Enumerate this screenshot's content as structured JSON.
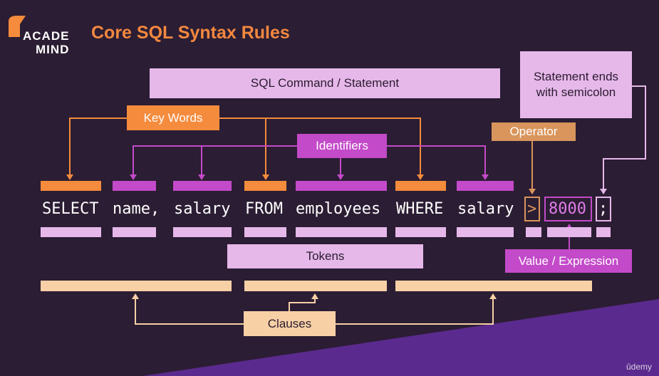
{
  "logo": {
    "line1": "ACADE",
    "line2": "MIND"
  },
  "title": "Core SQL Syntax Rules",
  "labels": {
    "statement": "SQL Command / Statement",
    "keywords": "Key Words",
    "identifiers": "Identifiers",
    "operator": "Operator",
    "semicolon_note": "Statement ends with semicolon",
    "tokens": "Tokens",
    "value_expression": "Value / Expression",
    "clauses": "Clauses"
  },
  "code_tokens": [
    "SELECT",
    "name,",
    "salary",
    "FROM",
    "employees",
    "WHERE",
    "salary",
    ">",
    "8000",
    ";"
  ],
  "watermark": "ûdemy",
  "colors": {
    "keyword": "#f58b3c",
    "identifier": "#c34ac9",
    "token": "#e6b8ea",
    "clause": "#f7d0a6",
    "operator": "#d9955c",
    "title": "#f3883f"
  }
}
